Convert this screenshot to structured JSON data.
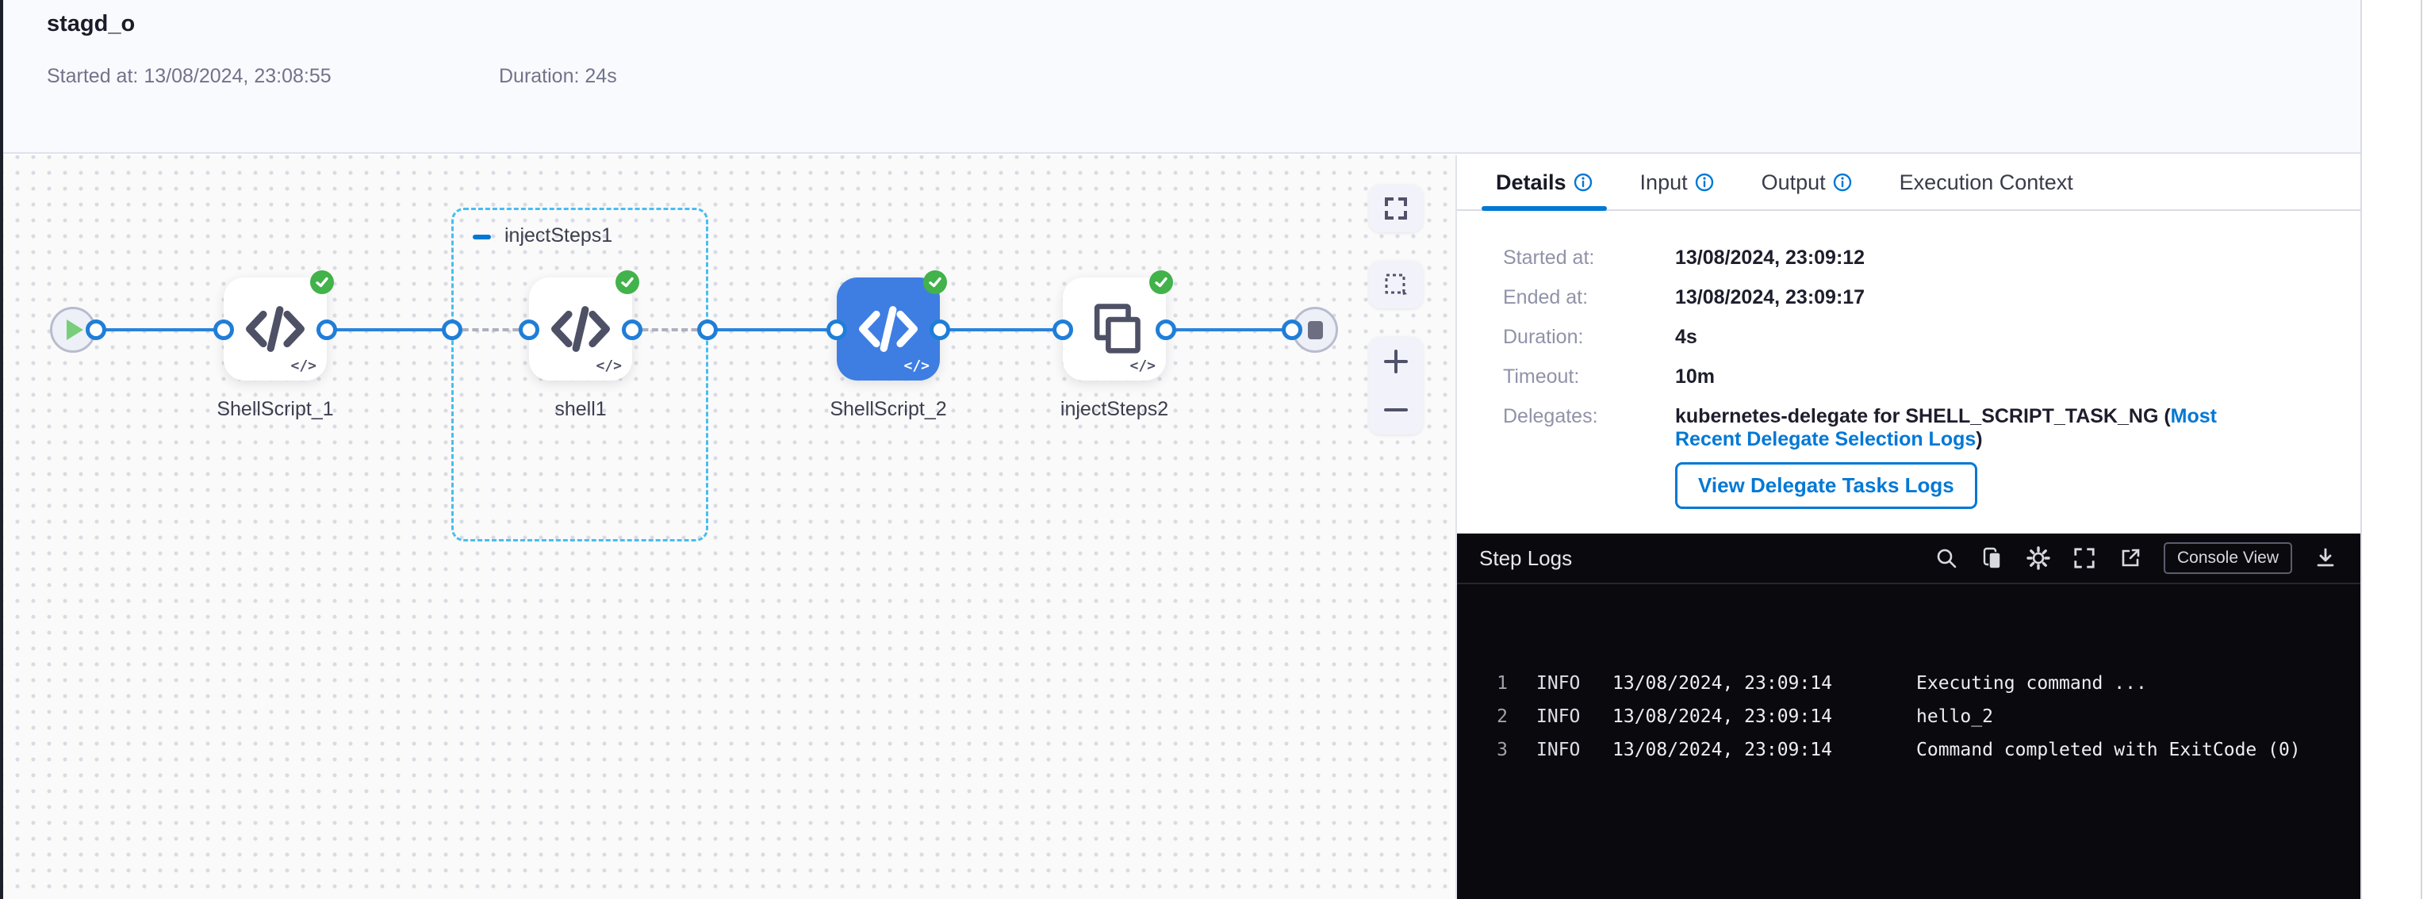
{
  "header": {
    "title": "stagd_o",
    "started_label": "Started at:",
    "started_value": "13/08/2024, 23:08:55",
    "duration_label": "Duration:",
    "duration_value": "24s"
  },
  "canvas": {
    "group": {
      "label": "injectSteps1"
    },
    "code_glyph": "</>",
    "nodes": [
      {
        "id": "start",
        "icon": "play-icon"
      },
      {
        "id": "shellscript1",
        "label": "ShellScript_1",
        "icon": "code-icon",
        "status": "success"
      },
      {
        "id": "shell1",
        "label": "shell1",
        "icon": "code-icon",
        "status": "success"
      },
      {
        "id": "shellscript2",
        "label": "ShellScript_2",
        "icon": "code-icon",
        "status": "success",
        "selected": true
      },
      {
        "id": "injectsteps2",
        "label": "injectSteps2",
        "icon": "copy-steps-icon",
        "status": "success"
      },
      {
        "id": "end",
        "icon": "stop-icon"
      }
    ],
    "controls": [
      "fit-view",
      "selection-tool",
      "zoom-in",
      "zoom-out"
    ]
  },
  "panel": {
    "tabs": [
      {
        "label": "Details",
        "info": true,
        "active": true
      },
      {
        "label": "Input",
        "info": true,
        "active": false
      },
      {
        "label": "Output",
        "info": true,
        "active": false
      },
      {
        "label": "Execution Context",
        "info": false,
        "active": false
      }
    ],
    "details": {
      "rows": [
        {
          "label": "Started at:",
          "value": "13/08/2024, 23:09:12"
        },
        {
          "label": "Ended at:",
          "value": "13/08/2024, 23:09:17"
        },
        {
          "label": "Duration:",
          "value": "4s"
        },
        {
          "label": "Timeout:",
          "value": "10m"
        }
      ],
      "delegates_label": "Delegates:",
      "delegates_prefix": "kubernetes-delegate for SHELL_SCRIPT_TASK_NG (",
      "delegates_link": "Most Recent Delegate Selection Logs",
      "delegates_suffix": ")",
      "view_logs_button": "View Delegate Tasks Logs"
    },
    "logs": {
      "title": "Step Logs",
      "console_view_label": "Console View",
      "lines": [
        {
          "num": "1",
          "level": "INFO",
          "time": "13/08/2024, 23:09:14",
          "message": "Executing command ..."
        },
        {
          "num": "2",
          "level": "INFO",
          "time": "13/08/2024, 23:09:14",
          "message": "hello_2"
        },
        {
          "num": "3",
          "level": "INFO",
          "time": "13/08/2024, 23:09:14",
          "message": "Command completed with ExitCode (0)"
        }
      ]
    }
  },
  "colors": {
    "accent_blue": "#0278d5",
    "edge_blue": "#2b82da",
    "selected_node_blue": "#3e7ee2",
    "success_green": "#42b24a",
    "group_border_blue": "#49bdf0",
    "console_bg": "#0a0a0e",
    "header_bg": "#f9fafd"
  }
}
